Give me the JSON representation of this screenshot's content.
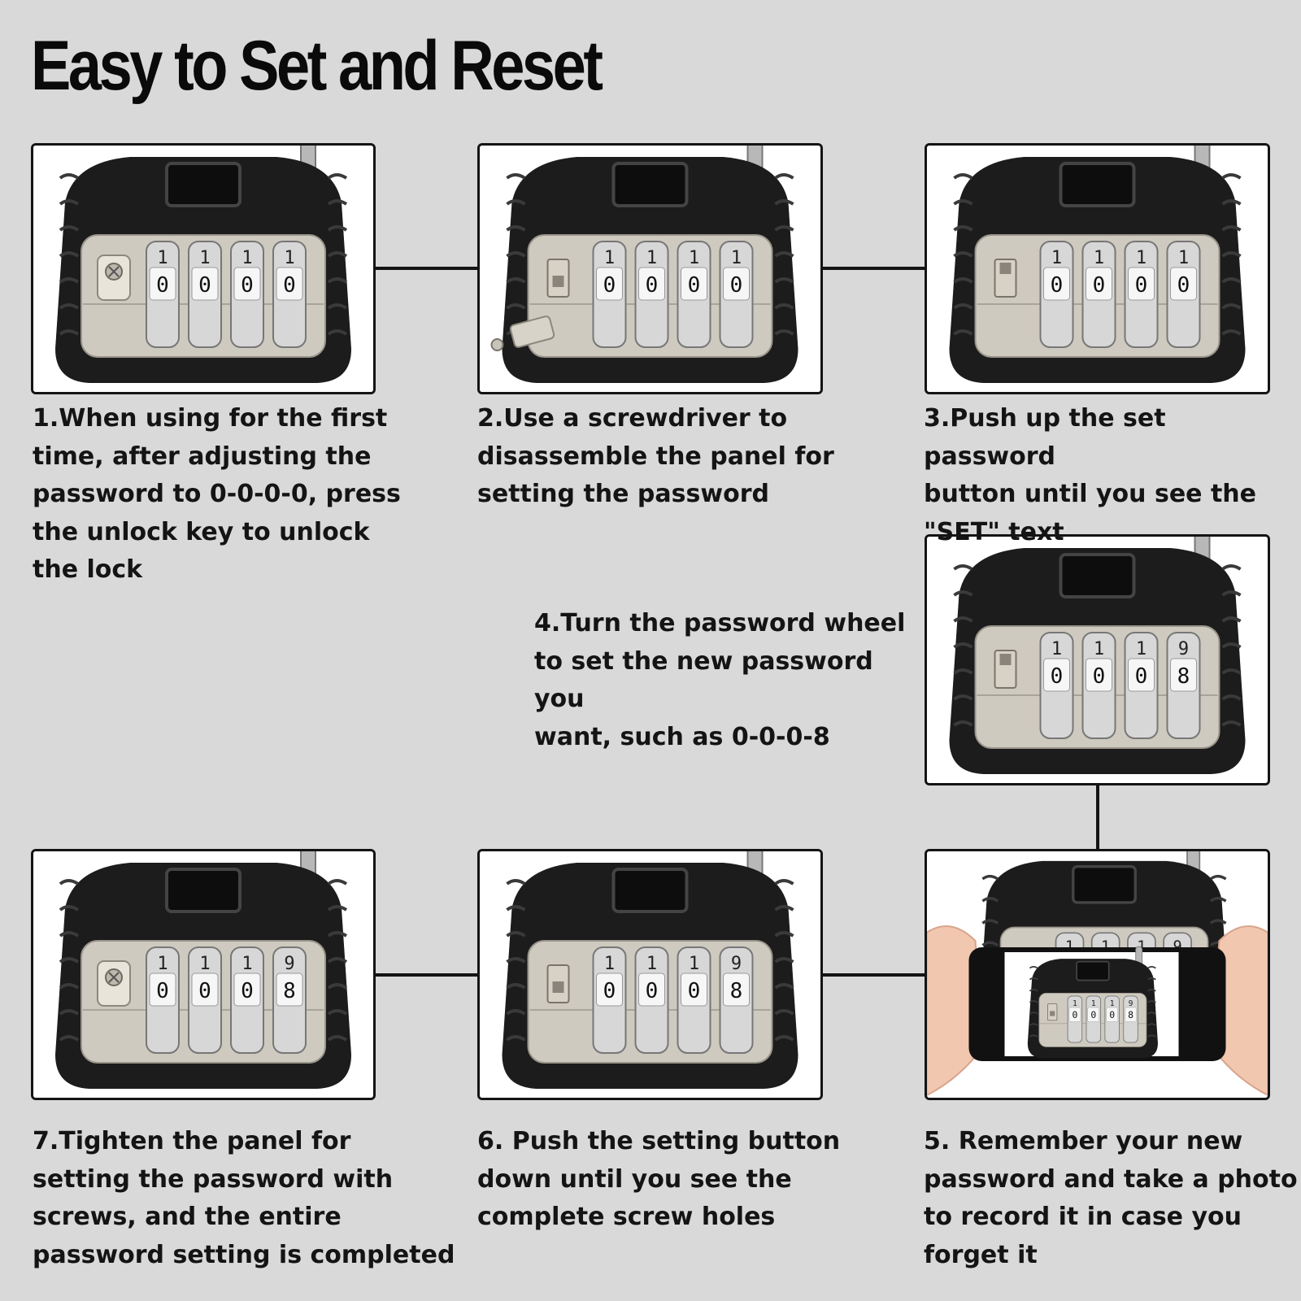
{
  "title": "Easy to Set and Reset",
  "colors": {
    "background": "#d9d9d9",
    "border": "#141414",
    "lock_body": "#1c1c1c",
    "plate": "#cfcabf"
  },
  "steps": [
    {
      "text": "1.When using for the first\ntime, after adjusting the\npassword to 0-0-0-0, press\nthe unlock key to unlock\nthe lock",
      "dials": [
        {
          "top": "1",
          "mid": "0"
        },
        {
          "top": "1",
          "mid": "0"
        },
        {
          "top": "1",
          "mid": "0"
        },
        {
          "top": "1",
          "mid": "0"
        }
      ]
    },
    {
      "text": "2.Use a screwdriver to\ndisassemble the panel for\nsetting the password",
      "dials": [
        {
          "top": "1",
          "mid": "0"
        },
        {
          "top": "1",
          "mid": "0"
        },
        {
          "top": "1",
          "mid": "0"
        },
        {
          "top": "1",
          "mid": "0"
        }
      ]
    },
    {
      "text": "3.Push up the set password\nbutton until you see the\n\"SET\" text",
      "dials": [
        {
          "top": "1",
          "mid": "0"
        },
        {
          "top": "1",
          "mid": "0"
        },
        {
          "top": "1",
          "mid": "0"
        },
        {
          "top": "1",
          "mid": "0"
        }
      ]
    },
    {
      "text": "4.Turn the password wheel\nto set the new password you\nwant, such as 0-0-0-8",
      "dials": [
        {
          "top": "1",
          "mid": "0"
        },
        {
          "top": "1",
          "mid": "0"
        },
        {
          "top": "1",
          "mid": "0"
        },
        {
          "top": "9",
          "mid": "8"
        }
      ]
    },
    {
      "text": "5. Remember your new\npassword and take a photo\nto record it in case you\nforget it",
      "dials": [
        {
          "top": "1",
          "mid": "0"
        },
        {
          "top": "1",
          "mid": "0"
        },
        {
          "top": "1",
          "mid": "0"
        },
        {
          "top": "9",
          "mid": "8"
        }
      ]
    },
    {
      "text": "6. Push the setting button\ndown until you see the\ncomplete screw holes",
      "dials": [
        {
          "top": "1",
          "mid": "0"
        },
        {
          "top": "1",
          "mid": "0"
        },
        {
          "top": "1",
          "mid": "0"
        },
        {
          "top": "9",
          "mid": "8"
        }
      ]
    },
    {
      "text": "7.Tighten the panel for\nsetting the password with\nscrews, and the entire\npassword setting is completed",
      "dials": [
        {
          "top": "1",
          "mid": "0"
        },
        {
          "top": "1",
          "mid": "0"
        },
        {
          "top": "1",
          "mid": "0"
        },
        {
          "top": "9",
          "mid": "8"
        }
      ]
    }
  ]
}
